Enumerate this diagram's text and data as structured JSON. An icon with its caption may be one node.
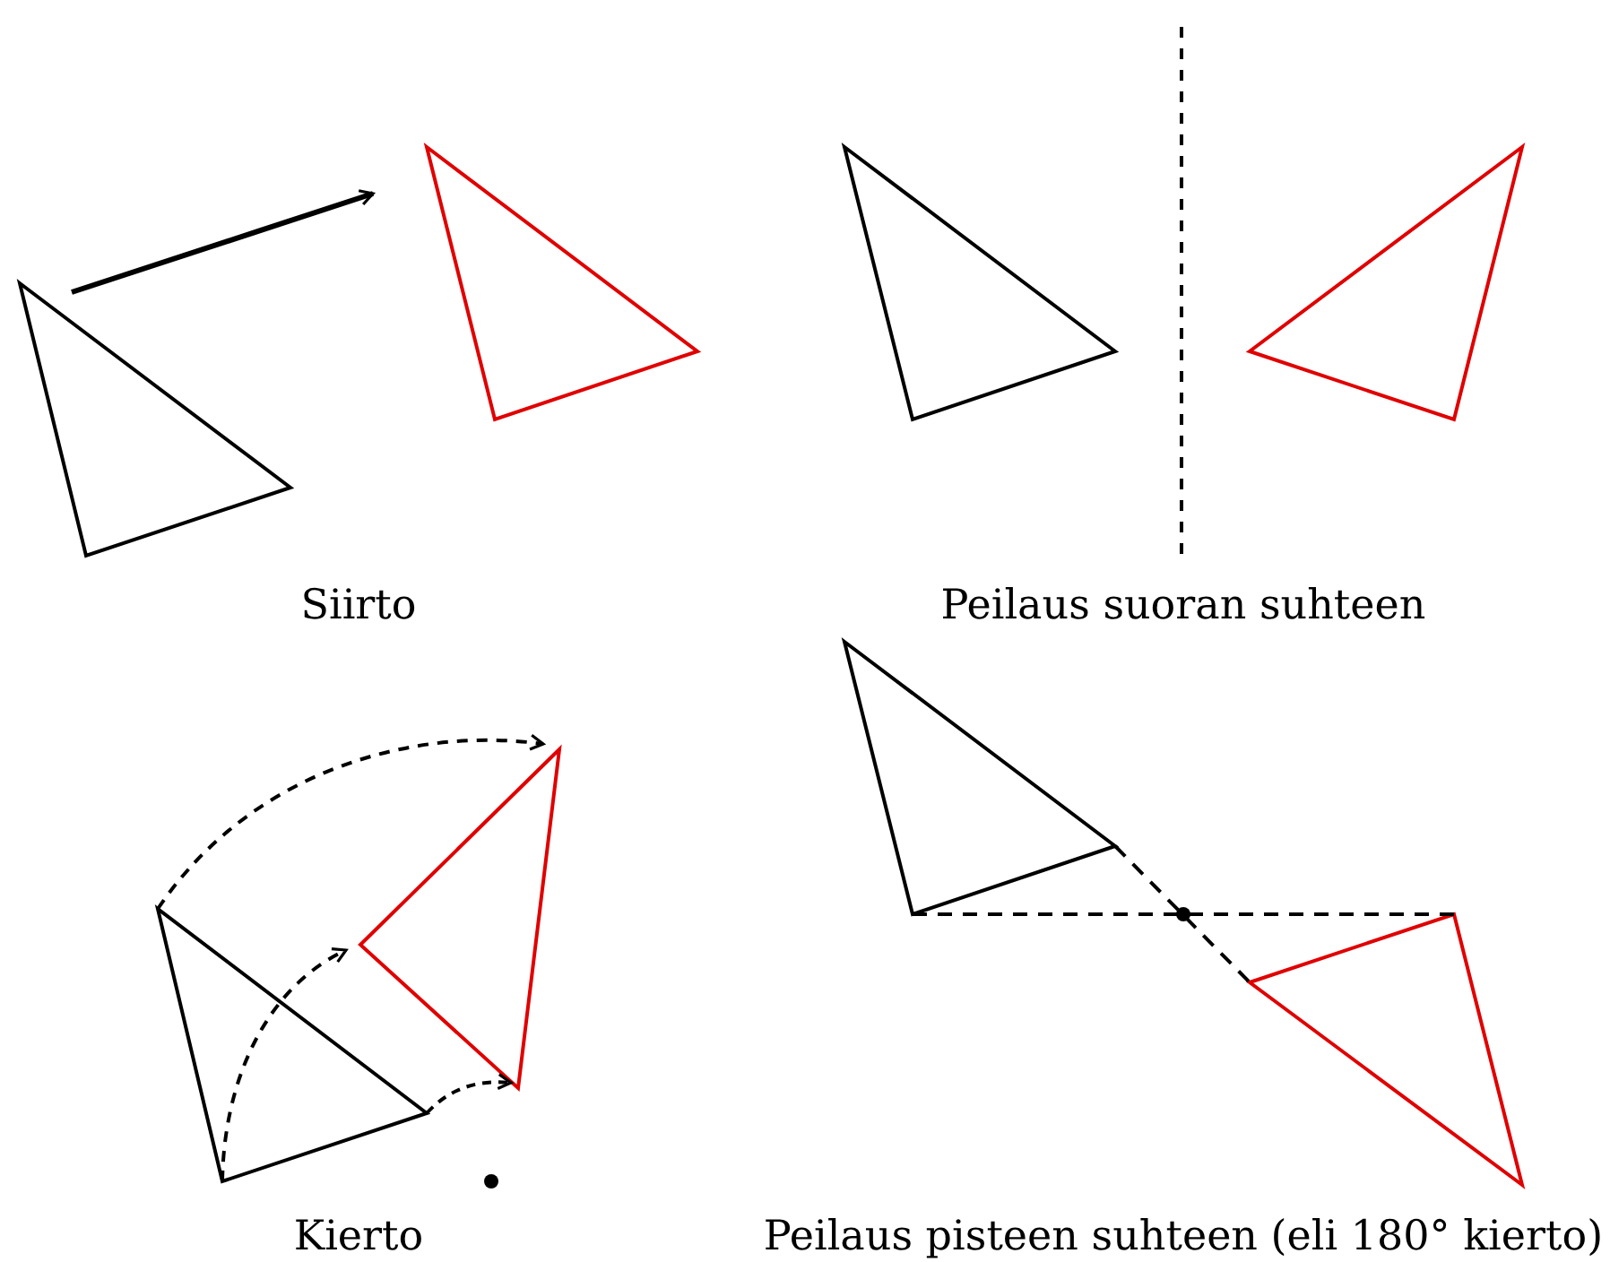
{
  "diagram": {
    "labels": [
      "Siirto",
      "Peilaus suoran suhteen",
      "Kierto",
      "Peilaus pisteen suhteen (eli 180° kierto)"
    ]
  }
}
